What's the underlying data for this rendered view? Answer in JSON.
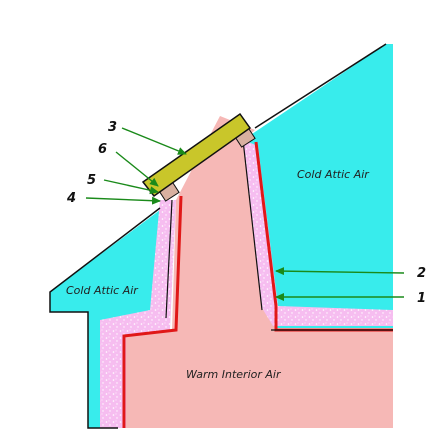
{
  "colors": {
    "cold_air": "#38ecec",
    "warm_air": "#f6b8b6",
    "insulation": "#f6bdf0",
    "insulation_speckle": "#ffffff",
    "air_barrier": "#e01818",
    "hatch_cover": "#c9c62a",
    "weatherstrip": "#d8b0a0",
    "arrow": "#1a8a1a",
    "outline": "#111111"
  },
  "regions": {
    "cold_attic_left": "Cold Attic Air",
    "cold_attic_right": "Cold Attic Air",
    "warm_interior": "Warm Interior Air"
  },
  "callouts": [
    "1",
    "2",
    "3",
    "4",
    "5",
    "6"
  ]
}
